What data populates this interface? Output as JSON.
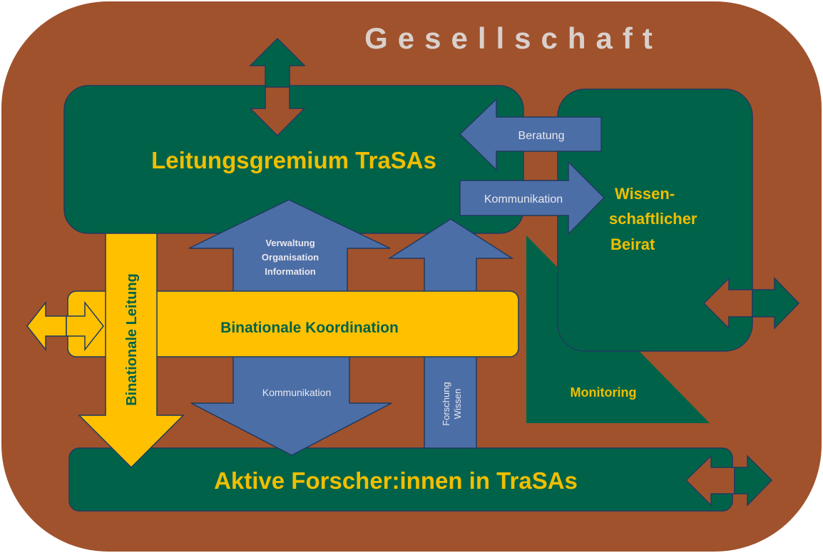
{
  "society": {
    "label": "Gesellschaft"
  },
  "leitung": {
    "title": "Leitungsgremium TraSAs"
  },
  "beirat": {
    "lines": [
      "Wissen-",
      "schaftlicher",
      "Beirat"
    ]
  },
  "koordination": {
    "title": "Binationale Koordination"
  },
  "binationale_leitung": {
    "label": "Binationale Leitung"
  },
  "forscher": {
    "title": "Aktive Forscher:innen in TraSAs"
  },
  "arrows": {
    "beratung": "Beratung",
    "kommunikation_right": "Kommunikation",
    "verwaltung_lines": [
      "Verwaltung",
      "Organisation",
      "Information"
    ],
    "kommunikation_down": "Kommunikation",
    "forschung_lines": [
      "Forschung",
      "Wissen"
    ]
  },
  "monitoring": {
    "label": "Monitoring"
  },
  "colors": {
    "brown": "#A0522D",
    "dark_green": "#006349",
    "yellow": "#FFC000",
    "blue": "#4C6EA6",
    "gold_text": "#F0BE00",
    "white_text": "#E8E8F0",
    "society_text": "#D9D0CC"
  }
}
